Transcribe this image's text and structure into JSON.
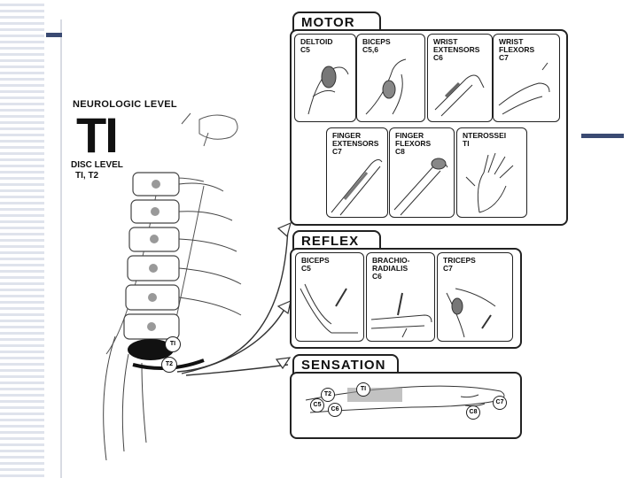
{
  "neurologic_level": {
    "label": "NEUROLOGIC  LEVEL",
    "value": "TI"
  },
  "disc_level": {
    "label": "DISC LEVEL",
    "value": "TI, T2"
  },
  "spine": {
    "root_labels": [
      "TI",
      "T2"
    ]
  },
  "motor": {
    "title": "MOTOR",
    "tests": [
      {
        "name": "DELTOID",
        "level": "C5"
      },
      {
        "name": "BICEPS",
        "level": "C5,6"
      },
      {
        "name": "WRIST\nEXTENSORS",
        "level": "C6"
      },
      {
        "name": "WRIST\nFLEXORS",
        "level": "C7"
      },
      {
        "name": "FINGER\nEXTENSORS",
        "level": "C7"
      },
      {
        "name": "FINGER\nFLEXORS",
        "level": "C8"
      },
      {
        "name": "NTEROSSEI",
        "level": "TI"
      }
    ]
  },
  "reflex": {
    "title": "REFLEX",
    "tests": [
      {
        "name": "BICEPS",
        "level": "C5"
      },
      {
        "name": "BRACHIO-\nRADIALIS",
        "level": "C6"
      },
      {
        "name": "TRICEPS",
        "level": "C7"
      }
    ]
  },
  "sensation": {
    "title": "SENSATION",
    "dermatomes": [
      "C5",
      "T2",
      "TI",
      "C6",
      "C7",
      "C8"
    ]
  },
  "colors": {
    "accent": "#3a4a72",
    "ink": "#222222",
    "stripe": "#dfe3ec"
  }
}
